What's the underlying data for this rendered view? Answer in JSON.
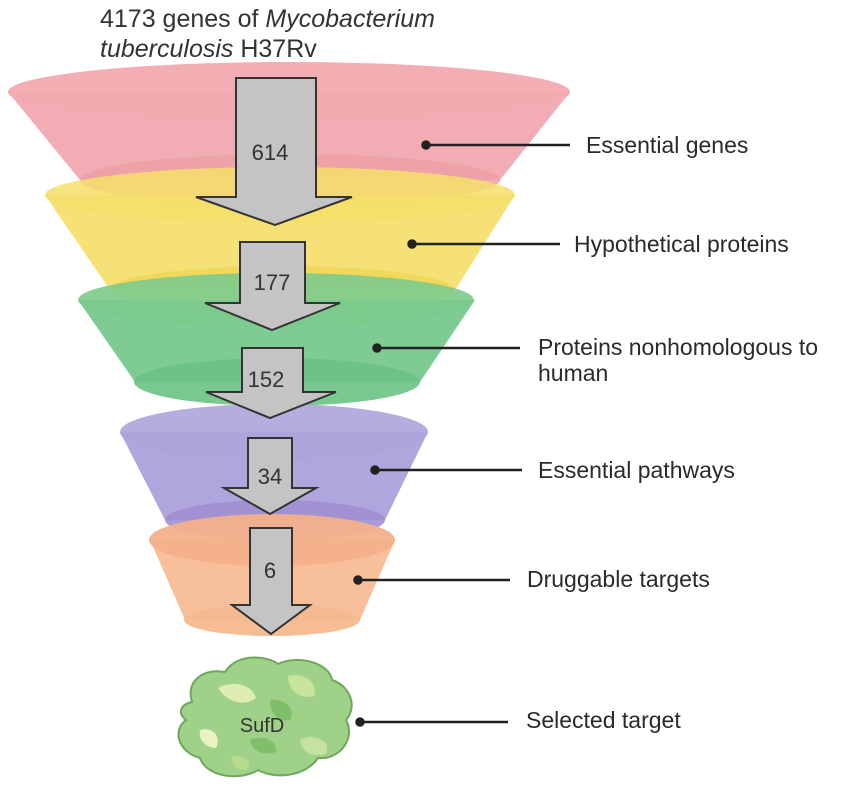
{
  "title": {
    "line1_prefix": "4173 genes of ",
    "line1_italic": "Mycobacterium",
    "line2_italic": "tuberculosis",
    "line2_suffix": " H37Rv"
  },
  "stages": [
    {
      "label": "Essential genes",
      "count": "614",
      "color": "#ef9fa6"
    },
    {
      "label": "Hypothetical proteins",
      "count": "177",
      "color": "#f3dc5e"
    },
    {
      "label": "Proteins nonhomologous to human",
      "count": "152",
      "color": "#6cc585"
    },
    {
      "label": "Essential pathways",
      "count": "34",
      "color": "#a59ad8"
    },
    {
      "label": "Druggable targets",
      "count": "6",
      "color": "#f6b98f"
    }
  ],
  "target": {
    "label": "Selected target",
    "name": "SufD",
    "color": "#9fd189"
  },
  "arrow_color": "#c4c4c4"
}
